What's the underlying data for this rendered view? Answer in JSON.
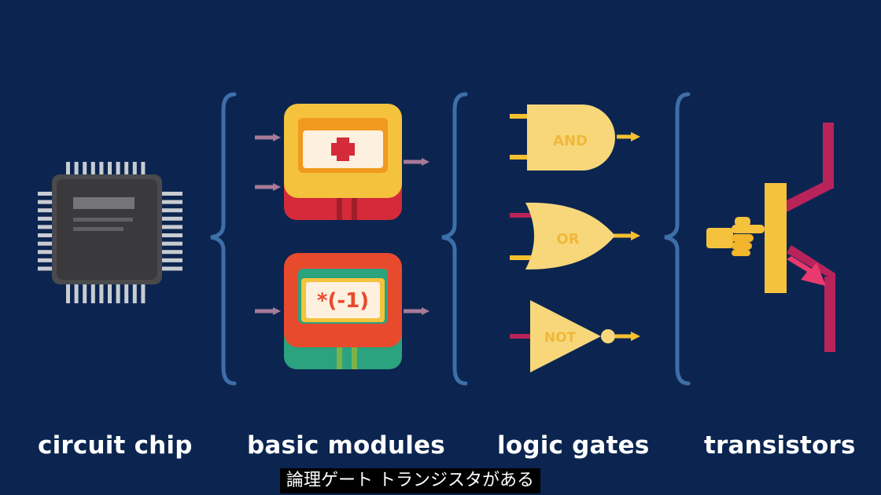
{
  "labels": {
    "chip": "circuit chip",
    "modules": "basic modules",
    "gates": "logic gates",
    "transistors": "transistors"
  },
  "modules": {
    "adder_symbol": "+",
    "negate_expr": "*(-1)"
  },
  "gates": {
    "and": "AND",
    "or": "OR",
    "not": "NOT"
  },
  "subtitle": "論理ゲート トランジスタがある",
  "colors": {
    "background": "#0c2550",
    "brace": "#3d6fa8",
    "arrow_input": "#a87a98",
    "gate_fill": "#f7d77a",
    "gate_arrow": "#f5c030",
    "module_top": "#f5c23e",
    "module_bottom_red": "#d42a3a",
    "module_top_orange": "#e84a2e",
    "module_bottom_green": "#2aa37e",
    "transistor_line": "#b8235a",
    "transistor_body": "#f5c23e",
    "transistor_arrow": "#e83a6e",
    "label_text": "#ffffff"
  }
}
